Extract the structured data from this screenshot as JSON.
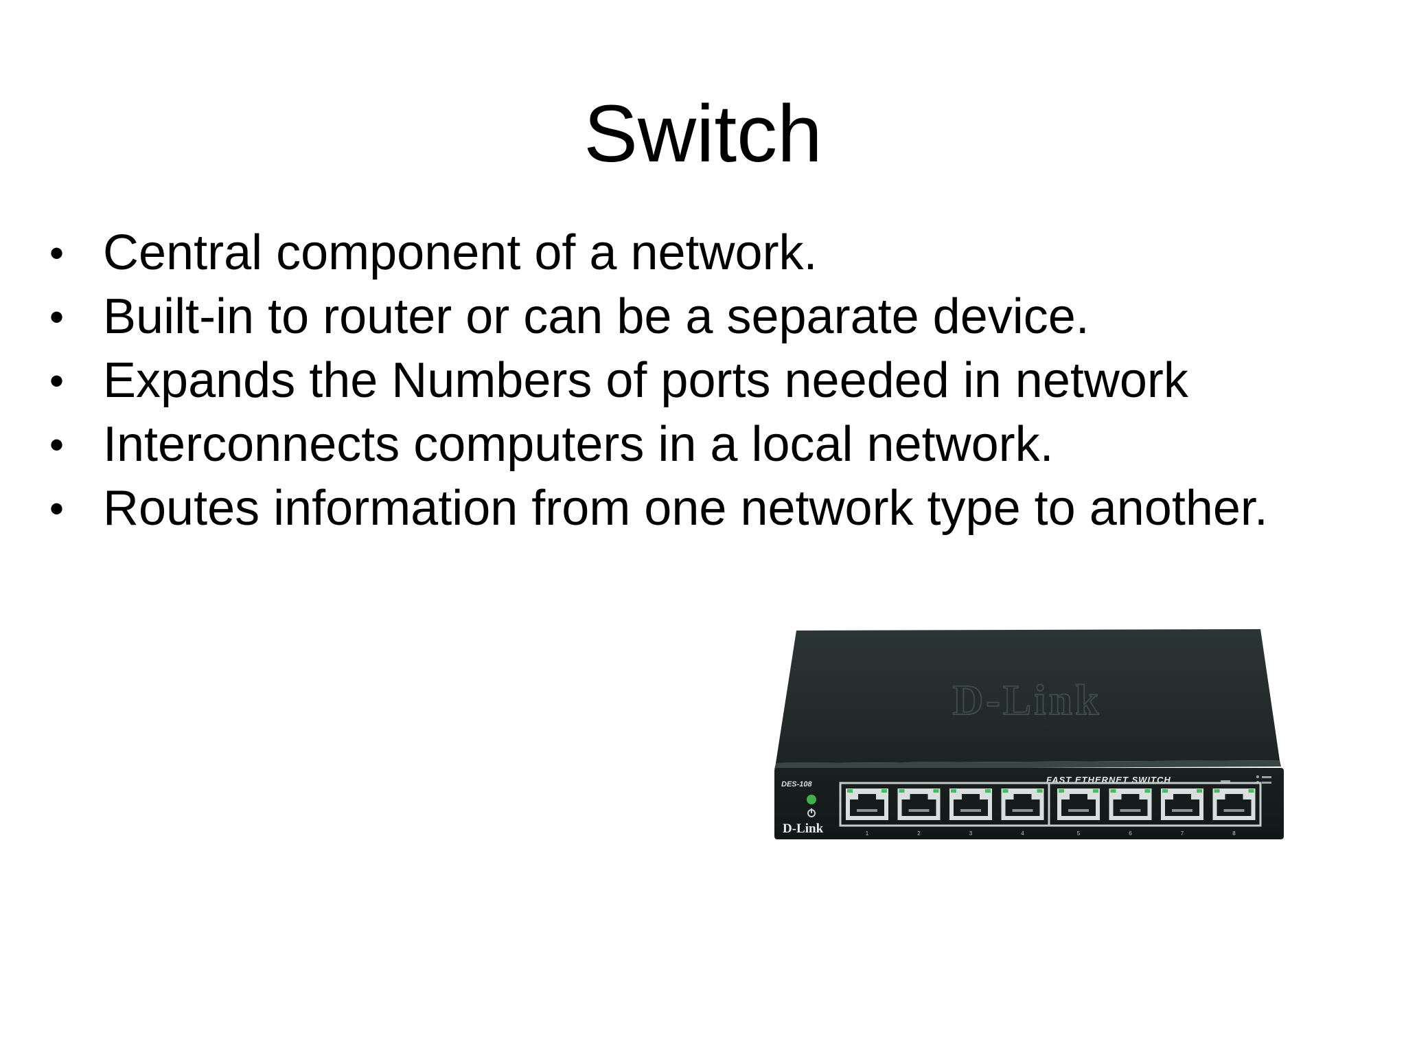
{
  "slide": {
    "title": "Switch",
    "bullets": [
      "Central component of a network.",
      "Built-in to router or can be a separate device.",
      "Expands the Numbers of ports needed in network",
      "Interconnects computers in a local network.",
      "Routes information from one network type to another."
    ],
    "bullet_glyph": "•"
  },
  "device_image": {
    "brand_top": "D-Link",
    "brand_front": "D-Link",
    "model": "DES-108",
    "product_label": "FAST ETHERNET SWITCH",
    "port_numbers": [
      "1",
      "2",
      "3",
      "4",
      "5",
      "6",
      "7",
      "8"
    ],
    "colors": {
      "body": "#1f2626",
      "port_led": "#36c460"
    }
  }
}
